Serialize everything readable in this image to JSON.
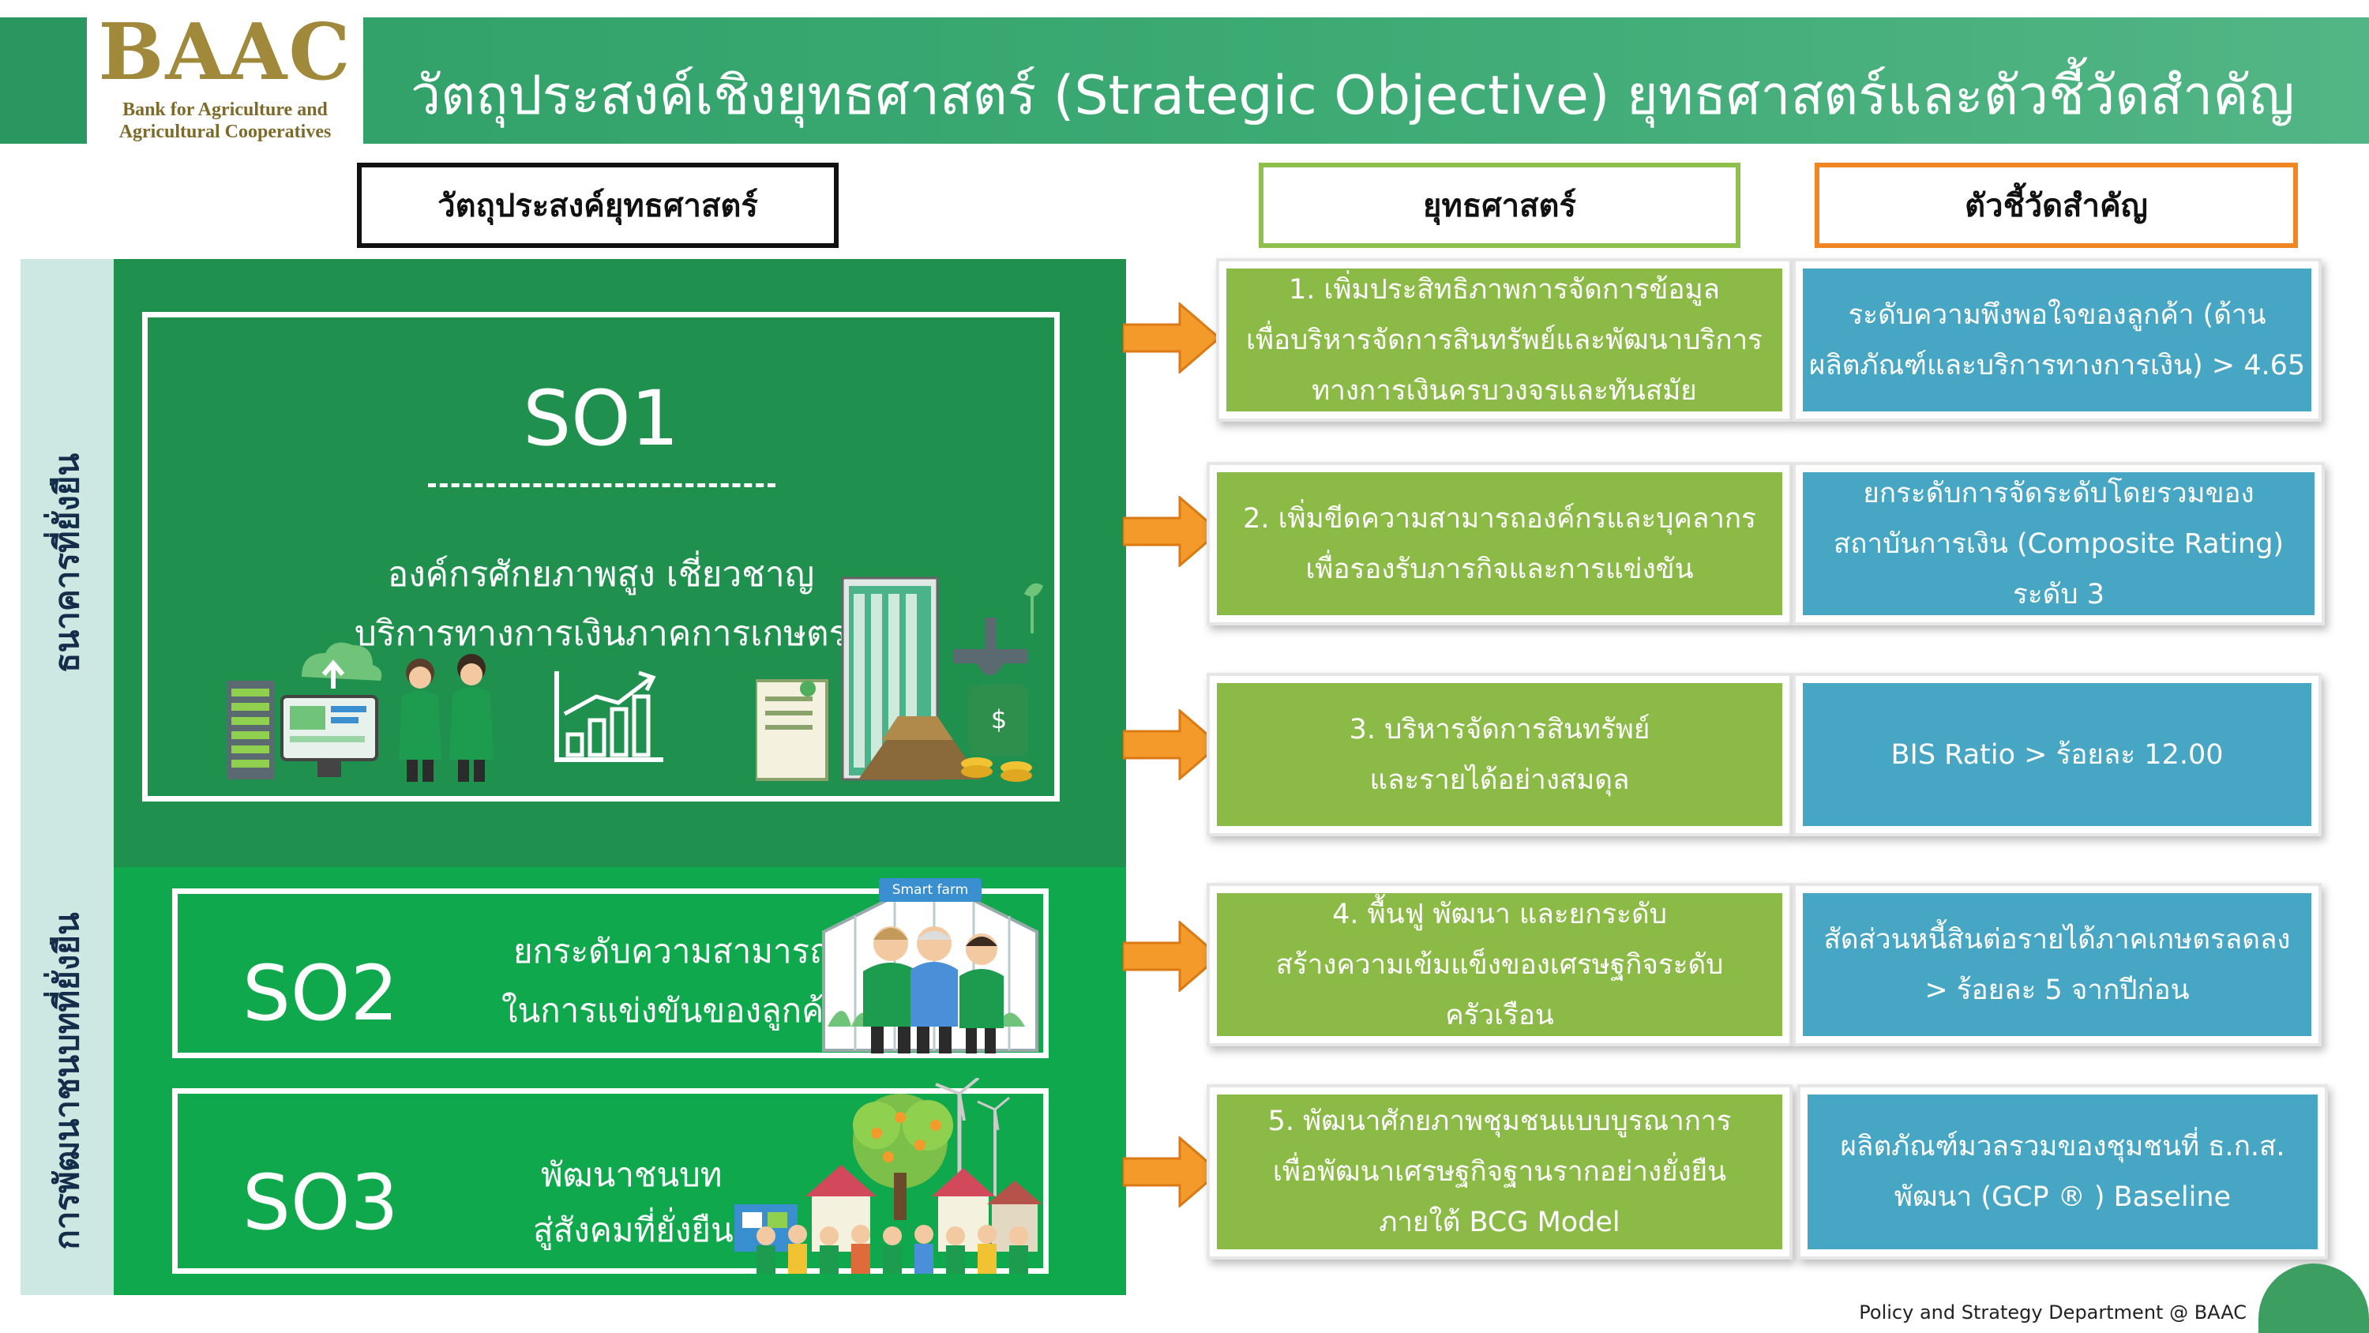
{
  "header": {
    "logo_mark": "BAAC",
    "logo_line1": "Bank for Agriculture and",
    "logo_line2": "Agricultural Cooperatives",
    "title": "วัตถุประสงค์เชิงยุทธศาสตร์ (Strategic Objective) ยุทธศาสตร์และตัวชี้วัดสำคัญ"
  },
  "columns": {
    "objective": "วัตถุประสงค์ยุทธศาสตร์",
    "strategy": "ยุทธศาสตร์",
    "kpi": "ตัวชี้วัดสำคัญ"
  },
  "side_labels": {
    "top": "ธนาคารที่ยั่งยืน",
    "bottom": "การพัฒนาชนบทที่ยั่งยืน"
  },
  "objectives": {
    "so1": {
      "label": "SO1",
      "dashes": "- - - - - - - - - - -",
      "line1": "องค์กรศักยภาพสูง เชี่ยวชาญ",
      "line2": "บริการทางการเงินภาคการเกษตร"
    },
    "so2": {
      "label": "SO2",
      "line1": "ยกระดับความสามารถ",
      "line2": "ในการแข่งขันของลูกค้า",
      "badge": "Smart farm"
    },
    "so3": {
      "label": "SO3",
      "line1": "พัฒนาชนบท",
      "line2": "สู่สังคมที่ยั่งยืน"
    }
  },
  "strategies": [
    {
      "lines": [
        "1. เพิ่มประสิทธิภาพการจัดการข้อมูล",
        "เพื่อบริหารจัดการสินทรัพย์และพัฒนาบริการ",
        "ทางการเงินครบวงจรและทันสมัย"
      ]
    },
    {
      "lines": [
        "2. เพิ่มขีดความสามารถองค์กรและบุคลากร",
        "เพื่อรองรับภารกิจและการแข่งขัน"
      ]
    },
    {
      "lines": [
        "3. บริหารจัดการสินทรัพย์",
        "และรายได้อย่างสมดุล"
      ]
    },
    {
      "lines": [
        "4. พื้นฟู  พัฒนา และยกระดับ",
        "สร้างความเข้มแข็งของเศรษฐกิจระดับ",
        "ครัวเรือน"
      ]
    },
    {
      "lines": [
        "5. พัฒนาศักยภาพชุมชนแบบบูรณาการ",
        "เพื่อพัฒนาเศรษฐกิจฐานรากอย่างยั่งยืน",
        "ภายใต้ BCG Model"
      ]
    }
  ],
  "kpis": [
    {
      "lines": [
        "ระดับความพึงพอใจของลูกค้า (ด้าน",
        "ผลิตภัณฑ์และบริการทางการเงิน) > 4.65"
      ]
    },
    {
      "lines": [
        "ยกระดับการจัดระดับโดยรวมของ",
        "สถาบันการเงิน (Composite Rating)",
        "ระดับ 3"
      ]
    },
    {
      "lines": [
        "BIS Ratio > ร้อยละ 12.00"
      ]
    },
    {
      "lines": [
        "สัดส่วนหนี้สินต่อรายได้ภาคเกษตรลดลง",
        "> ร้อยละ 5 จากปีก่อน"
      ]
    },
    {
      "lines": [
        "ผลิตภัณฑ์มวลรวมของชุมชนที่ ธ.ก.ส.",
        "พัฒนา (GCP ® ) Baseline"
      ]
    }
  ],
  "footer": "Policy and Strategy Department @ BAAC",
  "colors": {
    "header_green": "#3daa74",
    "panel_dark_green": "#20904f",
    "panel_bright_green": "#10a84c",
    "strategy_green": "#8cba47",
    "kpi_blue": "#46a6c4",
    "arrow_orange": "#f39a2b",
    "logo_gold": "#a0893b"
  }
}
